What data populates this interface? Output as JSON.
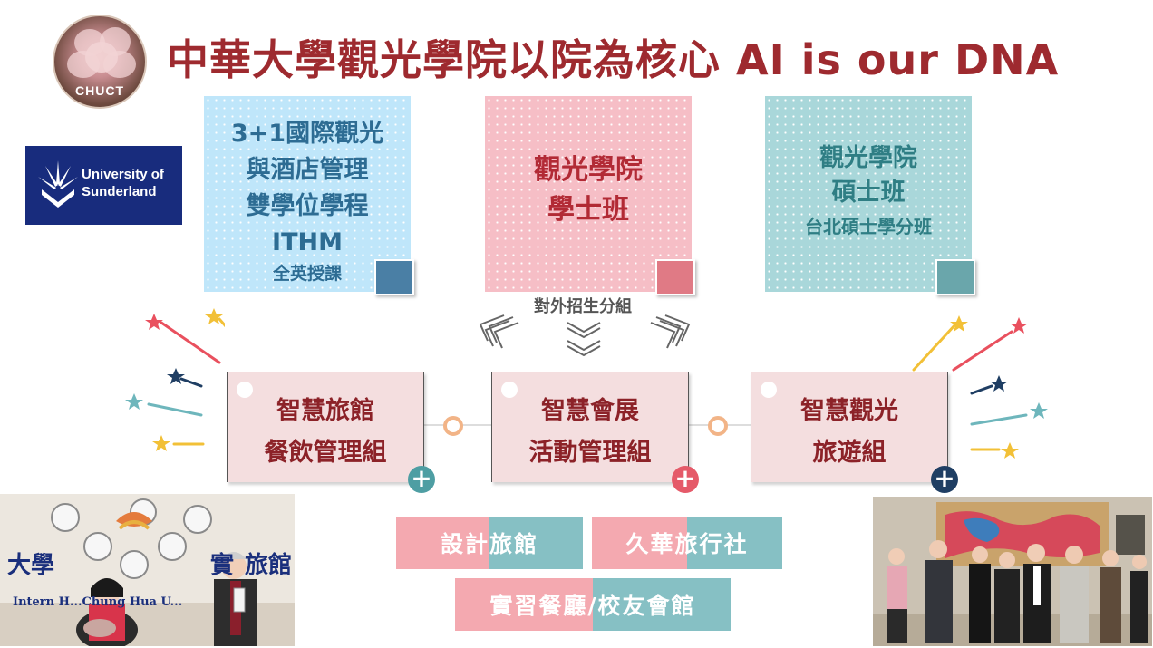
{
  "header": {
    "logo_text": "CHUCT",
    "title": "中華大學觀光學院以院為核心  AI is our DNA"
  },
  "partner_logo": {
    "lines": "University of\nSunderland"
  },
  "programs": [
    {
      "lines": [
        "3+1國際觀光",
        "與酒店管理",
        "雙學位學程",
        "ITHM"
      ],
      "sub": "全英授課",
      "color": "#4a7fa5"
    },
    {
      "lines": [
        "觀光學院",
        "學士班"
      ],
      "sub": "",
      "color": "#e07a85"
    },
    {
      "lines": [
        "觀光學院",
        "碩士班"
      ],
      "sub": "台北碩士學分班",
      "color": "#6aa6ab"
    }
  ],
  "recruit_label": "對外招生分組",
  "groups": [
    {
      "line1": "智慧旅館",
      "line2": "餐飲管理組",
      "plus_color": "#4e9ea3"
    },
    {
      "line1": "智慧會展",
      "line2": "活動管理組",
      "plus_color": "#e55a69"
    },
    {
      "line1": "智慧觀光",
      "line2": "旅遊組",
      "plus_color": "#1f3e63"
    }
  ],
  "facilities": [
    {
      "label": "設計旅館"
    },
    {
      "label": "久華旅行社"
    },
    {
      "label": "實習餐廳/校友會館"
    }
  ],
  "photo_left": {
    "caption_top": "大學",
    "caption_mid": "實",
    "caption_right": "旅館",
    "caption_line": "Intern H...Chung Hua U..."
  },
  "colors": {
    "title": "#9e2a2f",
    "pink": "#f4a9b0",
    "teal": "#86c0c4",
    "accent_orange": "#f2b487"
  }
}
